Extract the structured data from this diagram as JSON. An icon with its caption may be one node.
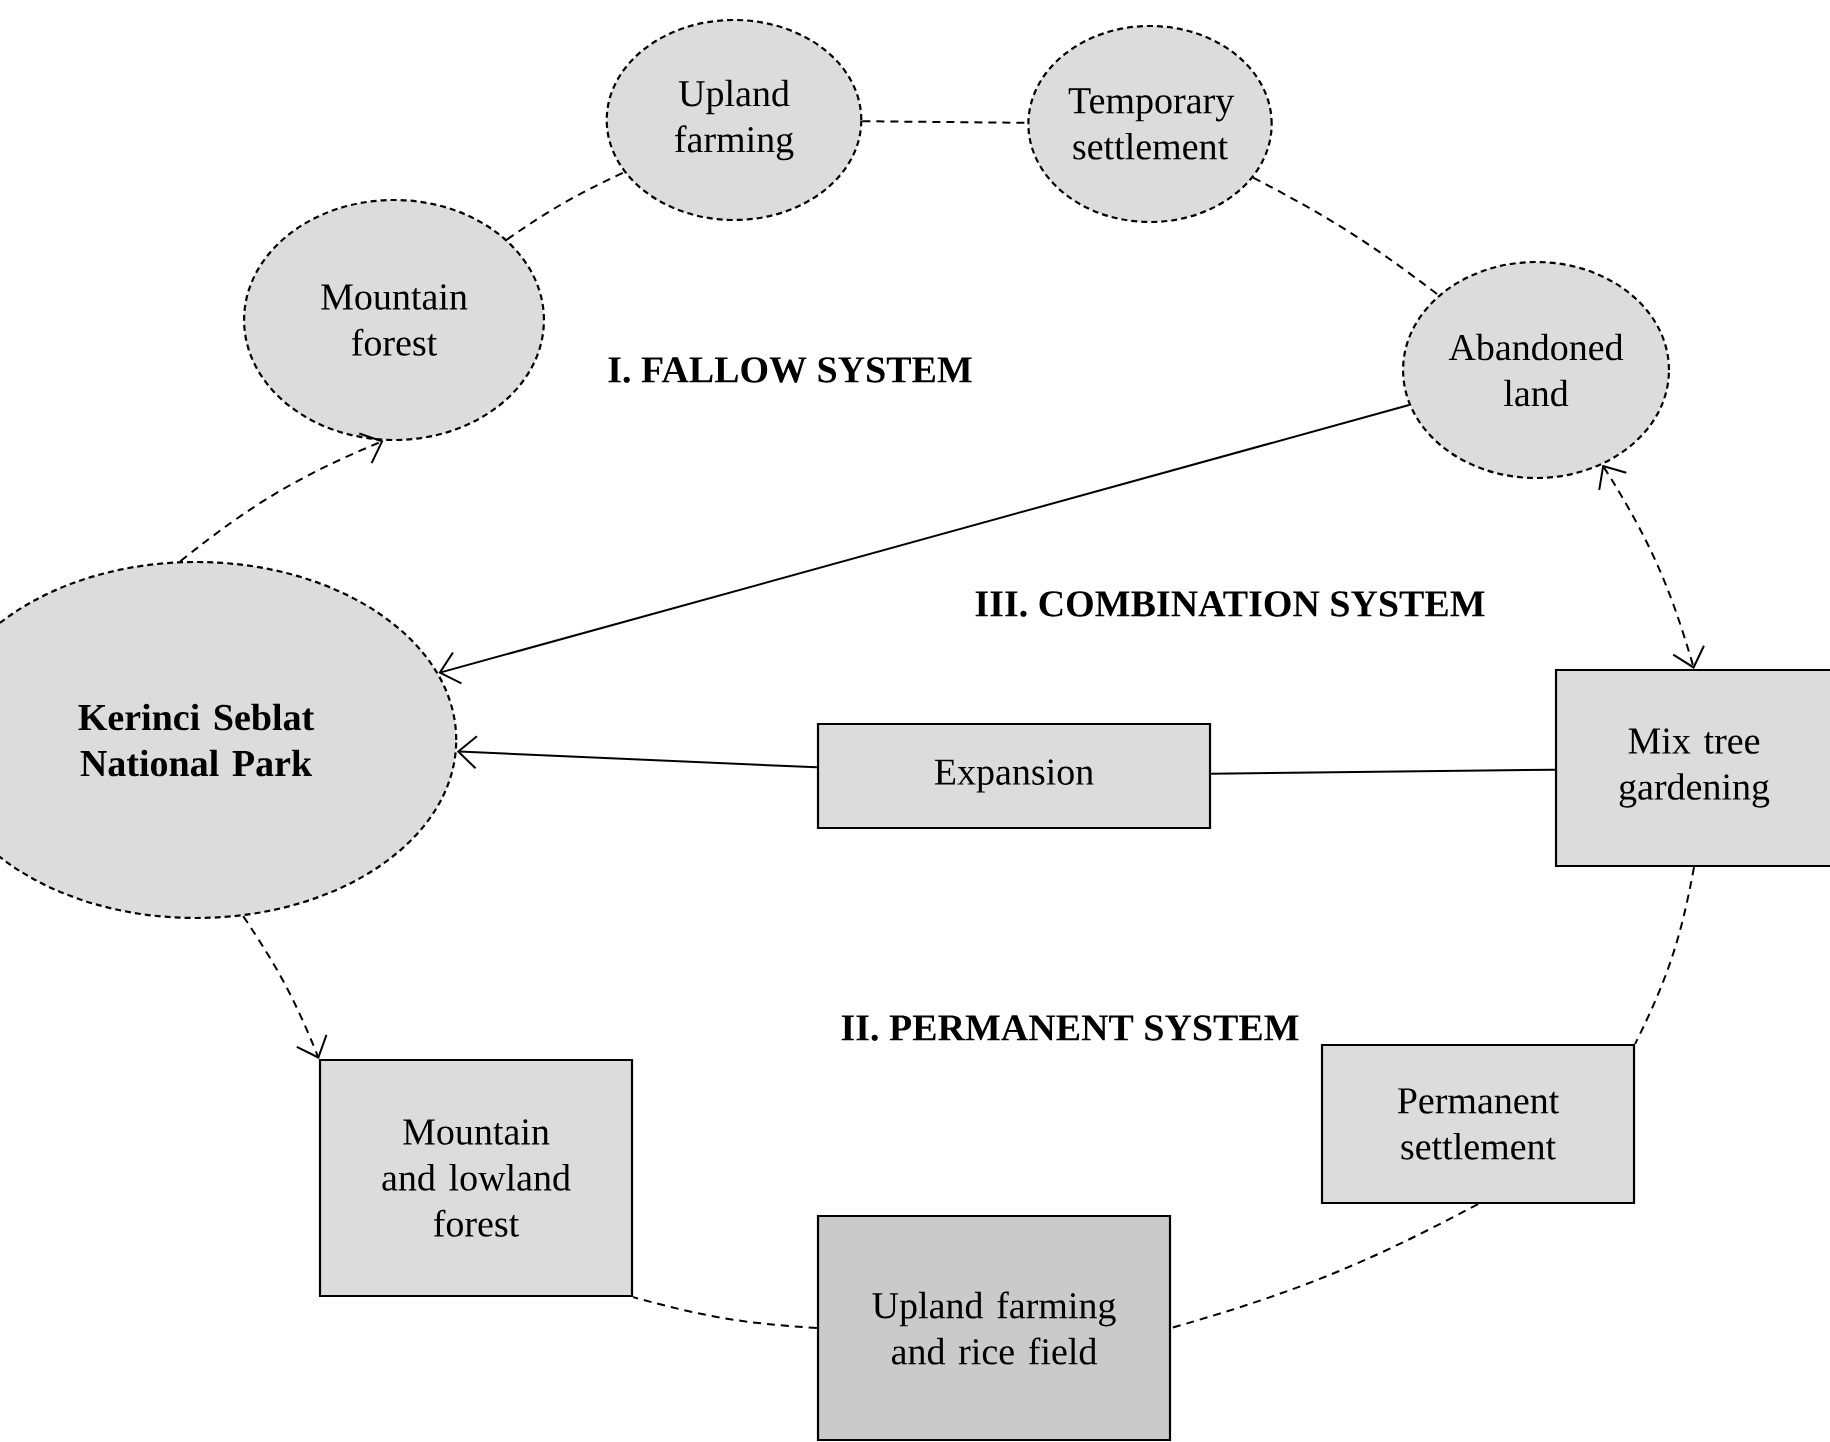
{
  "diagram": {
    "nodes": [
      {
        "text": [
          "Upland farming"
        ]
      },
      {
        "text": [
          "Temporary settlement"
        ]
      },
      {
        "text": [
          "Mountain forest"
        ]
      },
      {
        "text": [
          "Abandoned land"
        ]
      },
      {
        "text": [
          "Kerinci Seblat National Park"
        ]
      },
      {
        "text": [
          "Expansion"
        ]
      },
      {
        "text": [
          "Mix tree gardening"
        ]
      },
      {
        "text": [
          "Mountain and lowland forest"
        ]
      },
      {
        "text": [
          "Permanent settlement"
        ]
      },
      {
        "text": [
          "Upland farming and rice field"
        ]
      }
    ],
    "edges": [
      {
        "from": 4,
        "to": 2,
        "arrow": "to",
        "style": "dashed"
      },
      {
        "from": 2,
        "to": 0,
        "arrow": "none",
        "style": "dashed"
      },
      {
        "from": 0,
        "to": 1,
        "arrow": "none",
        "style": "dashed"
      },
      {
        "from": 1,
        "to": 3,
        "arrow": "none",
        "style": "dashed"
      },
      {
        "from": 3,
        "to": 4,
        "arrow": "to"
      },
      {
        "from": 3,
        "to": 6,
        "arrow": "both",
        "style": "dashed"
      },
      {
        "from": 6,
        "to": 5,
        "arrow": "none"
      },
      {
        "from": 5,
        "to": 4,
        "arrow": "to"
      },
      {
        "from": 6,
        "to": 8,
        "arrow": "none",
        "style": "dashed"
      },
      {
        "from": 8,
        "to": 9,
        "arrow": "none",
        "style": "dashed"
      },
      {
        "from": 9,
        "to": 7,
        "arrow": "none",
        "style": "dashed"
      },
      {
        "from": 4,
        "to": 7,
        "arrow": "to",
        "style": "dashed"
      }
    ],
    "labels": [
      "I.  FALLOW SYSTEM",
      "III. COMBINATION  SYSTEM",
      "II.  PERMANENT  SYSTEM"
    ]
  }
}
